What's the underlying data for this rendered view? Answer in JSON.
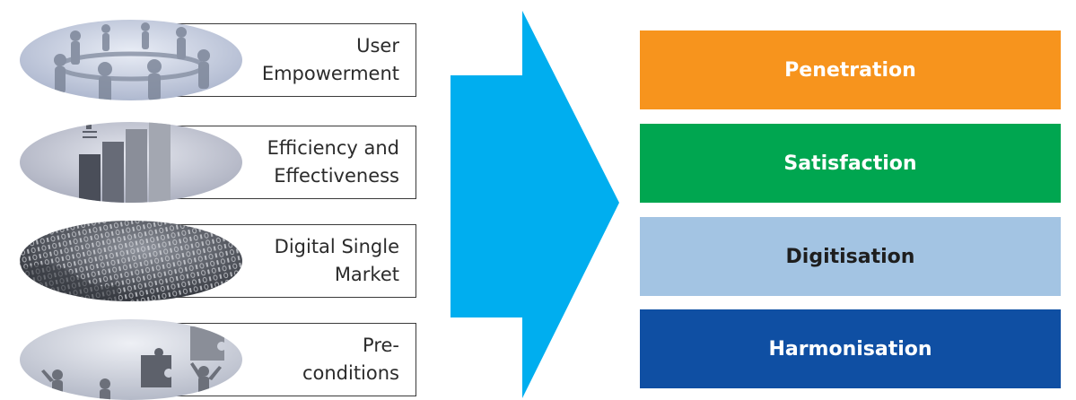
{
  "enablers": [
    {
      "label": "User\nEmpowerment",
      "icon": "people-circle-image"
    },
    {
      "label": "Efficiency and\nEffectiveness",
      "icon": "infographic-steps-image"
    },
    {
      "label": "Digital Single\nMarket",
      "icon": "binary-globe-image"
    },
    {
      "label": "Pre-\nconditions",
      "icon": "puzzle-people-image"
    }
  ],
  "outcomes": [
    {
      "label": "Penetration",
      "color": "#f7941d",
      "text_color": "#ffffff"
    },
    {
      "label": "Satisfaction",
      "color": "#00a650",
      "text_color": "#ffffff"
    },
    {
      "label": "Digitisation",
      "color": "#a3c4e3",
      "text_color": "#1e1e1e"
    },
    {
      "label": "Harmonisation",
      "color": "#0f4fa3",
      "text_color": "#ffffff"
    }
  ],
  "arrow_color": "#00aeef"
}
